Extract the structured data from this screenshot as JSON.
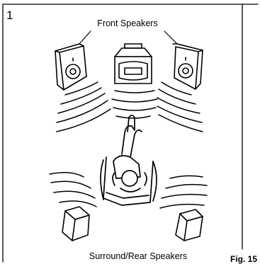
{
  "page_marker": "1",
  "labels": {
    "front": "Front Speakers",
    "rear": "Surround/Rear Speakers",
    "figure": "Fig. 15"
  },
  "icons": {
    "front_left": "speaker-cabinet-icon",
    "front_center": "center-speaker-icon",
    "front_right": "speaker-cabinet-icon",
    "rear_left": "small-speaker-box-icon",
    "rear_right": "small-speaker-box-icon",
    "listener": "listener-in-armchair-icon"
  },
  "colors": {
    "ink": "#000000",
    "paper": "#ffffff"
  }
}
